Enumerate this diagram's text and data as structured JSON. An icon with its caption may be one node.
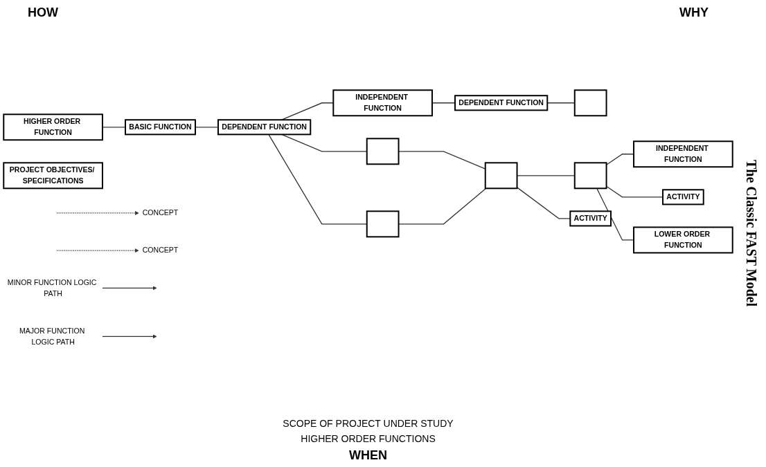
{
  "diagram": {
    "title": "The Classic FAST Model",
    "nodes": [
      {
        "text": [
          "HIGHER ORDER FUNCTION"
        ]
      },
      {
        "text": [
          "PROJECT OBJECTIVES/ SPECIFICATIONS"
        ]
      },
      {
        "text": [
          "INDEPENDENT FUNCTION"
        ]
      },
      {
        "text": [
          "DEPENDENT FUNCTION"
        ]
      },
      {
        "text": [],
        "shape": "box"
      },
      {
        "text": [
          "BASIC FUNCTION"
        ]
      },
      {
        "text": [
          "DEPENDENT FUNCTION"
        ]
      },
      {
        "text": [],
        "shape": "box"
      },
      {
        "text": [],
        "shape": "box"
      },
      {
        "text": [],
        "shape": "box"
      },
      {
        "text": [
          "INDEPENDENT FUNCTION"
        ]
      },
      {
        "text": [],
        "shape": "box"
      },
      {
        "text": [
          "ACTIVITY"
        ]
      },
      {
        "text": [
          "ACTIVITY"
        ]
      },
      {
        "text": [
          "LOWER ORDER FUNCTION"
        ]
      },
      {
        "text": [
          "CONCEPT"
        ]
      },
      {
        "text": [
          "CONCEPT"
        ]
      },
      {
        "text": [
          "MINOR FUNCTION LOGIC PATH"
        ]
      },
      {
        "text": [
          "MAJOR FUNCTION LOGIC PATH"
        ]
      }
    ],
    "edges": [
      {
        "from": 0,
        "to": 5,
        "arrow": "none"
      },
      {
        "from": 5,
        "to": 6,
        "arrow": "none"
      },
      {
        "from": 6,
        "to": 2,
        "arrow": "none"
      },
      {
        "from": 2,
        "to": 3,
        "arrow": "none"
      },
      {
        "from": 3,
        "to": 4,
        "arrow": "none"
      },
      {
        "from": 6,
        "to": 7,
        "arrow": "none"
      },
      {
        "from": 6,
        "to": 8,
        "arrow": "none"
      },
      {
        "from": 7,
        "to": 9,
        "arrow": "none"
      },
      {
        "from": 8,
        "to": 9,
        "arrow": "none"
      },
      {
        "from": 9,
        "to": 11,
        "arrow": "none"
      },
      {
        "from": 11,
        "to": 10,
        "arrow": "none"
      },
      {
        "from": 9,
        "to": 12,
        "arrow": "none"
      },
      {
        "from": 11,
        "to": 13,
        "arrow": "none"
      },
      {
        "from": 11,
        "to": 14,
        "arrow": "none"
      },
      {
        "from": null,
        "to": 15,
        "arrow": "to",
        "style": "dashed"
      },
      {
        "from": null,
        "to": 16,
        "arrow": "to",
        "style": "dashed"
      },
      {
        "from": 17,
        "to": null,
        "arrow": "to"
      },
      {
        "from": 18,
        "to": null,
        "arrow": "to"
      }
    ],
    "labels": [
      "HOW",
      "WHY",
      "SCOPE OF PROJECT UNDER STUDY",
      "HIGHER ORDER FUNCTIONS",
      "WHEN"
    ]
  }
}
